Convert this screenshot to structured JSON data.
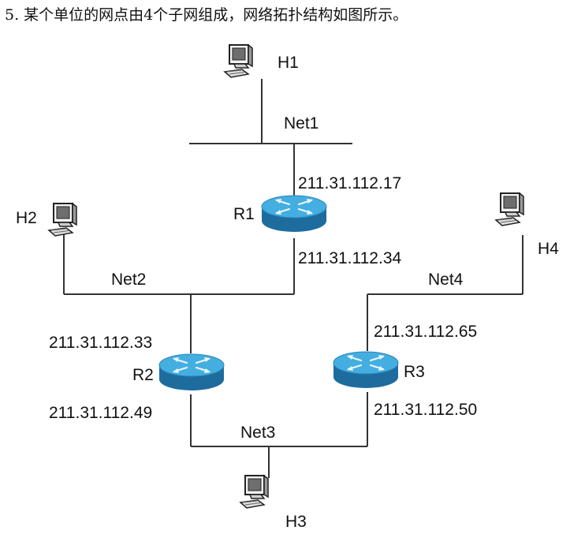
{
  "question": {
    "text": "5. 某个单位的网点由4个子网组成，网络拓扑结构如图所示。"
  },
  "hosts": {
    "h1": "H1",
    "h2": "H2",
    "h3": "H3",
    "h4": "H4"
  },
  "networks": {
    "net1": "Net1",
    "net2": "Net2",
    "net3": "Net3",
    "net4": "Net4"
  },
  "routers": {
    "r1": {
      "label": "R1",
      "ip_upper": "211.31.112.17",
      "ip_lower": "211.31.112.34"
    },
    "r2": {
      "label": "R2",
      "ip_upper": "211.31.112.33",
      "ip_lower": "211.31.112.49"
    },
    "r3": {
      "label": "R3",
      "ip_upper": "211.31.112.65",
      "ip_lower": "211.31.112.50"
    }
  },
  "colors": {
    "router_top": "#3fa6d6",
    "router_side": "#1f6fa3",
    "line": "#333333"
  },
  "icons": {
    "host": "computer-icon",
    "router": "router-icon"
  }
}
